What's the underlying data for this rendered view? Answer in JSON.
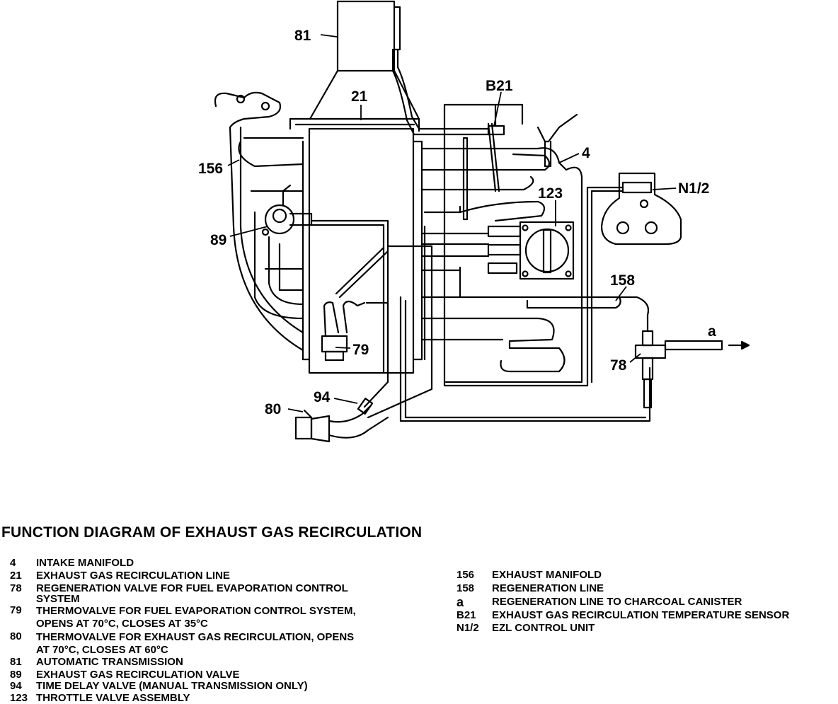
{
  "caption": "FUNCTION DIAGRAM OF EXHAUST GAS RECIRCULATION",
  "callouts": {
    "c81": "81",
    "c21": "21",
    "cB21": "B21",
    "c4": "4",
    "cN12": "N1/2",
    "c156": "156",
    "c123": "123",
    "c89": "89",
    "c158": "158",
    "ca": "a",
    "c78": "78",
    "c79": "79",
    "c94": "94",
    "c80": "80"
  },
  "legend_left": [
    {
      "code": "4",
      "text": "INTAKE MANIFOLD"
    },
    {
      "code": "21",
      "text": "EXHAUST GAS RECIRCULATION LINE"
    },
    {
      "code": "78",
      "text": "REGENERATION VALVE FOR FUEL EVAPORATION CONTROL\nSYSTEM"
    },
    {
      "code": "79",
      "text": "THERMOVALVE FOR FUEL EVAPORATION CONTROL SYSTEM,\nOPENS AT 70°C, CLOSES AT 35°C"
    },
    {
      "code": "80",
      "text": "THERMOVALVE FOR EXHAUST GAS RECIRCULATION, OPENS\nAT 70°C, CLOSES AT 60°C"
    },
    {
      "code": "81",
      "text": "AUTOMATIC TRANSMISSION"
    },
    {
      "code": "89",
      "text": "EXHAUST GAS RECIRCULATION VALVE"
    },
    {
      "code": "94",
      "text": "TIME DELAY VALVE (MANUAL TRANSMISSION ONLY)"
    },
    {
      "code": "123",
      "text": "THROTTLE VALVE ASSEMBLY"
    }
  ],
  "legend_right": [
    {
      "code": "156",
      "text": "EXHAUST MANIFOLD"
    },
    {
      "code": "158",
      "text": "REGENERATION LINE"
    },
    {
      "code": "a",
      "text": "REGENERATION LINE TO CHARCOAL CANISTER"
    },
    {
      "code": "B21",
      "text": "EXHAUST GAS RECIRCULATION TEMPERATURE SENSOR"
    },
    {
      "code": "N1/2",
      "text": "EZL CONTROL UNIT"
    }
  ]
}
